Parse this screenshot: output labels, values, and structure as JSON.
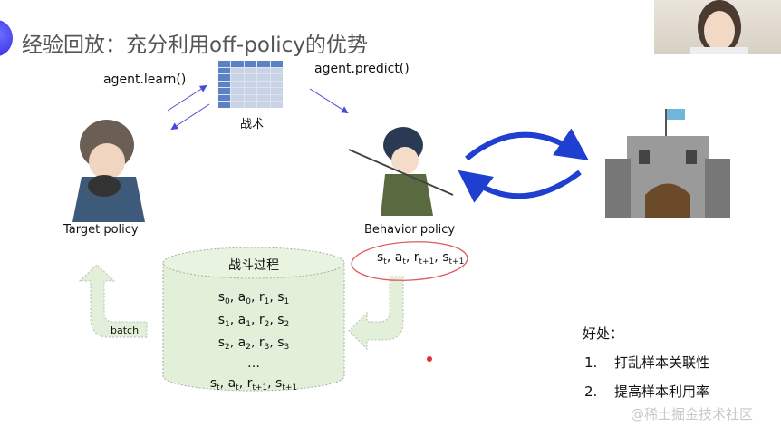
{
  "slide": {
    "title": "经验回放：充分利用off-policy的优势",
    "learn_label": "agent.learn()",
    "predict_label": "agent.predict()",
    "table_caption": "战术",
    "target_policy": "Target policy",
    "behavior_policy": "Behavior policy",
    "transition": [
      "s",
      "t",
      ", a",
      "t",
      ", r",
      "t+1",
      ", s",
      "t+1"
    ],
    "memory_title": "战斗过程",
    "memory_rows": [
      [
        "s",
        "0",
        ", a",
        "0",
        ", r",
        "1",
        ", s",
        "1"
      ],
      [
        "s",
        "1",
        ", a",
        "1",
        ", r",
        "2",
        ", s",
        "2"
      ],
      [
        "s",
        "2",
        ", a",
        "2",
        ", r",
        "3",
        ", s",
        "3"
      ]
    ],
    "ellipsis": "…",
    "memory_last": [
      "s",
      "t",
      ", a",
      "t",
      ", r",
      "t+1",
      ", s",
      "t+1"
    ],
    "batch_label": "batch",
    "benefits_title": "好处：",
    "benefits": [
      {
        "num": "1.",
        "text": "打乱样本关联性"
      },
      {
        "num": "2.",
        "text": "提高样本利用率"
      }
    ]
  },
  "watermark": "@稀土掘金技术社区",
  "colors": {
    "accent": "#2a23e0",
    "arrow": "#4a4ad8",
    "memory_fill": "#e2efd9",
    "circle_mark": "#e05a5a",
    "cycle_arrow": "#1f3fd0"
  }
}
